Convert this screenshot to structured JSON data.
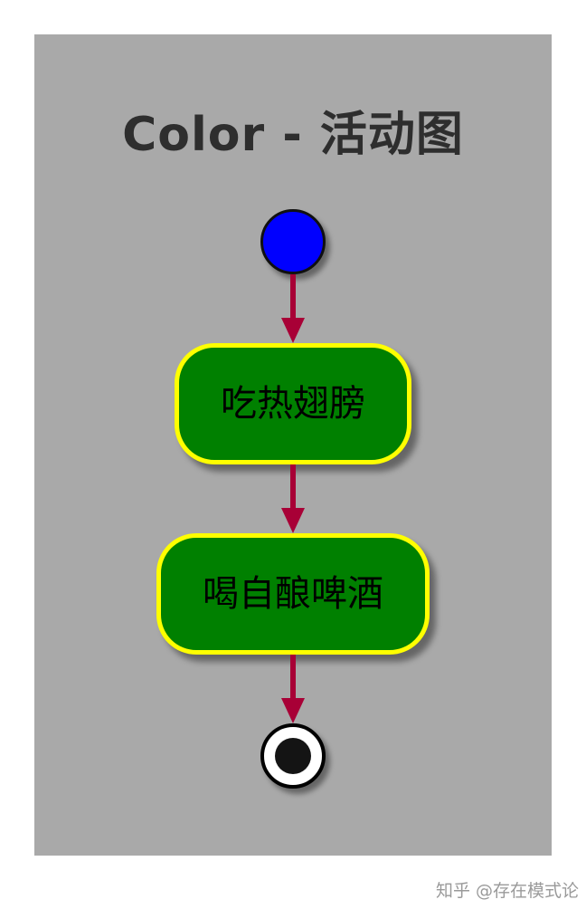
{
  "diagram": {
    "title": "Color - 活动图",
    "activities": [
      {
        "label": "吃热翅膀"
      },
      {
        "label": "喝自酿啤酒"
      }
    ],
    "colors": {
      "canvas_background": "#A9A9A9",
      "title_text": "#2E2E2E",
      "start_node_fill": "#0000FF",
      "start_node_border": "#101010",
      "activity_fill": "#008000",
      "activity_border": "#FFFF00",
      "activity_text": "#000000",
      "arrow": "#A80036",
      "end_node_outer": "#FFFFFF",
      "end_node_border": "#000000",
      "end_node_inner": "#141414"
    }
  },
  "watermark": {
    "text": "知乎 @存在模式论"
  }
}
